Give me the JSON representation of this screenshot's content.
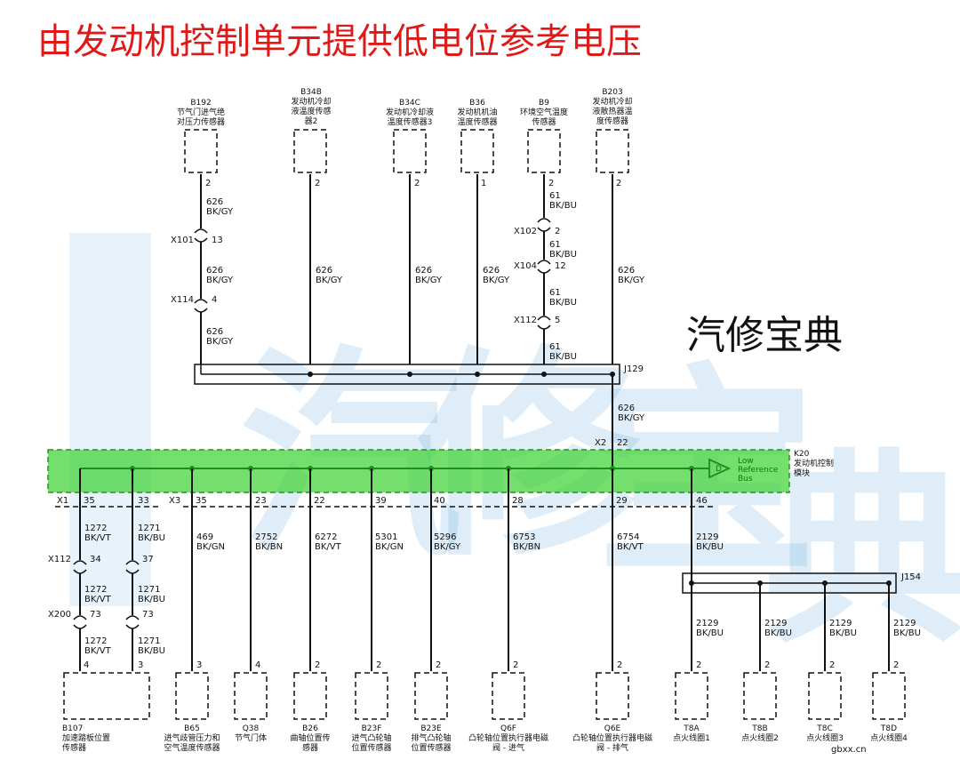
{
  "title": "由发动机控制单元提供低电位参考电压",
  "watermark": {
    "brand_text": "汽修宝典",
    "bg_chars": [
      "汽",
      "修",
      "宝",
      "典"
    ],
    "site": "gbxx.cn"
  },
  "module": {
    "id": "K20",
    "name_line1": "发动机控制",
    "name_line2": "模块",
    "bus_line1": "Low",
    "bus_line2": "Reference",
    "bus_line3": "Bus",
    "bus_symbol": "D",
    "highlight_color": "#39d12f"
  },
  "splices": {
    "upper": "J129",
    "lower": "J154"
  },
  "top_sensors": [
    {
      "id": "B192",
      "name1": "节气门进气绝",
      "name2": "对压力传感器",
      "name3": "",
      "pin": "2"
    },
    {
      "id": "B34B",
      "name1": "发动机冷却",
      "name2": "液温度传感",
      "name3": "器2",
      "pin": "2"
    },
    {
      "id": "B34C",
      "name1": "发动机冷却液",
      "name2": "温度传感器3",
      "name3": "",
      "pin": "2"
    },
    {
      "id": "B36",
      "name1": "发动机机油",
      "name2": "温度传感器",
      "name3": "",
      "pin": "1"
    },
    {
      "id": "B9",
      "name1": "环境空气温度",
      "name2": "传感器",
      "name3": "",
      "pin": "2"
    },
    {
      "id": "B203",
      "name1": "发动机冷却",
      "name2": "液散热器温",
      "name3": "度传感器",
      "pin": "2"
    }
  ],
  "top_wire_labels": {
    "b192_seg1": [
      "626",
      "BK/GY"
    ],
    "b192_seg2": [
      "626",
      "BK/GY"
    ],
    "b192_seg3": [
      "626",
      "BK/GY"
    ],
    "b34b": [
      "626",
      "BK/GY"
    ],
    "b34c": [
      "626",
      "BK/GY"
    ],
    "b36": [
      "626",
      "BK/GY"
    ],
    "b9_seg1": [
      "61",
      "BK/BU"
    ],
    "b9_seg2": [
      "61",
      "BK/BU"
    ],
    "b9_seg3": [
      "61",
      "BK/BU"
    ],
    "b9_seg4": [
      "61",
      "BK/BU"
    ],
    "b203": [
      "626",
      "BK/GY"
    ],
    "trunk": [
      "626",
      "BK/GY"
    ]
  },
  "top_connectors": {
    "b192_a": {
      "id": "X101",
      "pin": "13"
    },
    "b192_b": {
      "id": "X114",
      "pin": "4"
    },
    "b9_a": {
      "id": "X102",
      "pin": "2"
    },
    "b9_b": {
      "id": "X104",
      "pin": "12"
    },
    "b9_c": {
      "id": "X112",
      "pin": "5"
    }
  },
  "module_trunk_connector": {
    "id": "X2",
    "pin": "22"
  },
  "bottom_connectors": {
    "x1": "X1",
    "x3": "X3"
  },
  "bottom_pins": [
    "35",
    "33",
    "35",
    "23",
    "22",
    "39",
    "40",
    "28",
    "29",
    "46"
  ],
  "bottom_wire_labels": [
    [
      "1272",
      "BK/VT"
    ],
    [
      "1271",
      "BK/BU"
    ],
    [
      "469",
      "BK/GN"
    ],
    [
      "2752",
      "BK/BN"
    ],
    [
      "6272",
      "BK/VT"
    ],
    [
      "5301",
      "BK/GN"
    ],
    [
      "5296",
      "BK/GY"
    ],
    [
      "6753",
      "BK/BN"
    ],
    [
      "6754",
      "BK/VT"
    ],
    [
      "2129",
      "BK/BU"
    ]
  ],
  "pedal_connectors": {
    "x112": {
      "id": "X112",
      "pin_a": "34",
      "pin_b": "37"
    },
    "x200": {
      "id": "X200",
      "pin_a": "73",
      "pin_b": "73"
    },
    "mid_labels": [
      [
        "1272",
        "BK/VT"
      ],
      [
        "1271",
        "BK/BU"
      ]
    ],
    "low_labels": [
      [
        "1272",
        "BK/VT"
      ],
      [
        "1271",
        "BK/BU"
      ]
    ]
  },
  "coil_wire_labels": [
    [
      "2129",
      "BK/BU"
    ],
    [
      "2129",
      "BK/BU"
    ],
    [
      "2129",
      "BK/BU"
    ],
    [
      "2129",
      "BK/BU"
    ]
  ],
  "bottom_devices": [
    {
      "id": "B107",
      "name1": "加速踏板位置",
      "name2": "传感器",
      "pins": [
        "4",
        "3"
      ]
    },
    {
      "id": "B65",
      "name1": "进气歧管压力和",
      "name2": "空气温度传感器",
      "pins": [
        "3"
      ]
    },
    {
      "id": "Q38",
      "name1": "节气门体",
      "name2": "",
      "pins": [
        "4"
      ]
    },
    {
      "id": "B26",
      "name1": "曲轴位置传",
      "name2": "感器",
      "pins": [
        "2"
      ]
    },
    {
      "id": "B23F",
      "name1": "进气凸轮轴",
      "name2": "位置传感器",
      "pins": [
        "2"
      ]
    },
    {
      "id": "B23E",
      "name1": "排气凸轮轴",
      "name2": "位置传感器",
      "pins": [
        "2"
      ]
    },
    {
      "id": "Q6F",
      "name1": "凸轮轴位置执行器电磁",
      "name2": "阀 - 进气",
      "pins": [
        "2"
      ]
    },
    {
      "id": "Q6E",
      "name1": "凸轮轴位置执行器电磁",
      "name2": "阀 - 排气",
      "pins": [
        "2"
      ]
    },
    {
      "id": "T8A",
      "name1": "点火线圈1",
      "name2": "",
      "pins": [
        "2"
      ]
    },
    {
      "id": "T8B",
      "name1": "点火线圈2",
      "name2": "",
      "pins": [
        "2"
      ]
    },
    {
      "id": "T8C",
      "name1": "点火线圈3",
      "name2": "",
      "pins": [
        "2"
      ]
    },
    {
      "id": "T8D",
      "name1": "点火线圈4",
      "name2": "",
      "pins": [
        "2"
      ]
    }
  ]
}
